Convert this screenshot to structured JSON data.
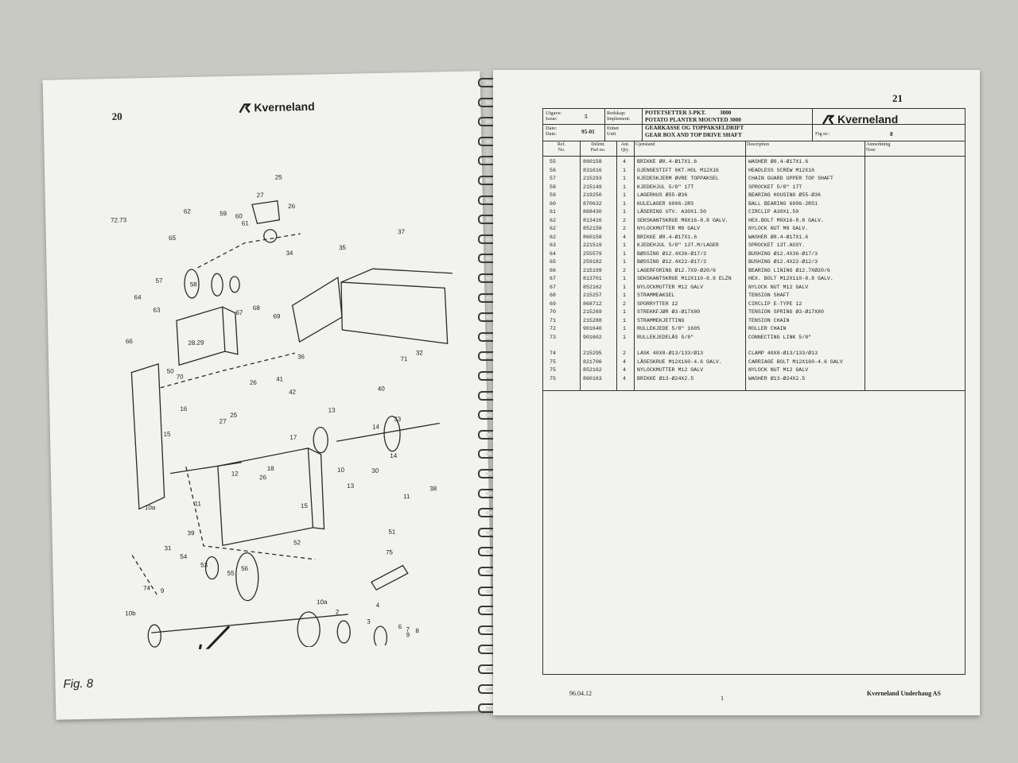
{
  "left_page": {
    "page_number": "20",
    "brand": "Kverneland",
    "figure_label": "Fig. 8",
    "callouts": [
      "25",
      "27",
      "26",
      "72.73",
      "62",
      "59",
      "60",
      "61",
      "65",
      "58",
      "37",
      "34",
      "35",
      "64",
      "63",
      "57",
      "67",
      "68",
      "69",
      "66",
      "50",
      "36",
      "28.29",
      "70",
      "32",
      "41",
      "42",
      "40",
      "26",
      "16",
      "25",
      "27",
      "13",
      "15",
      "14",
      "17",
      "18",
      "33",
      "26",
      "12",
      "30",
      "10",
      "14",
      "13",
      "11",
      "15",
      "11",
      "38",
      "39",
      "52",
      "31",
      "54",
      "53",
      "55",
      "56",
      "51",
      "75",
      "74",
      "9",
      "10b",
      "10a",
      "4",
      "2",
      "3",
      "6",
      "7",
      "8",
      "9",
      "10a",
      "71"
    ]
  },
  "right_page": {
    "page_number": "21",
    "brand": "Kverneland",
    "header": {
      "issue_label": "Utgave:\nIssue:",
      "issue_value": "5",
      "implement_label": "Redskap:\nImplement:",
      "implement_no": "POTETSETTER 3-PKT.",
      "implement_model": "3000",
      "implement_en": "POTATO PLANTER MOUNTED 3000",
      "date_label": "Dato:\nDate:",
      "date_value": "95-01",
      "unit_label": "Enhet\nUnit",
      "unit_no": "GEARKASSE OG TOPPAKSELDRIFT",
      "unit_en": "GEAR BOX AND TOP DRIVE SHAFT",
      "fig_label": "Fig nr.:",
      "fig_value": "8"
    },
    "columns": [
      "Ref.\nNo.",
      "Delenr.\nPart no.",
      "Ant.\nQty.",
      "Gjenstand",
      "Description",
      "Anmerkning\nNote"
    ],
    "rows": [
      [
        "55",
        "860158",
        "4",
        "BRIKKE Ø8.4-Ø17X1.6",
        "WASHER Ø8.4-Ø17X1.6"
      ],
      [
        "56",
        "831616",
        "1",
        "GJENGESTIFT 6KT.HOL M12X16",
        "HEADLESS SCREW M12X16"
      ],
      [
        "57",
        "215293",
        "1",
        "KJEDESKJERM ØVRE TOPPAKSEL",
        "CHAIN GUARD UPPER TOP SHAFT"
      ],
      [
        "58",
        "215149",
        "1",
        "KJEDEHJUL 5/8\" 17T",
        "SPROCKET 5/8\" 17T"
      ],
      [
        "59",
        "219250",
        "1",
        "LAGERHUS Ø55-Ø36",
        "BEARING HOUSING Ø55-Ø36"
      ],
      [
        "60",
        "870632",
        "1",
        "KULELAGER 6006-2RS",
        "BALL BEARING 6006-2RS1"
      ],
      [
        "61",
        "868430",
        "1",
        "LÅSERING UTV.  A30X1.50",
        "CIRCLIP A30X1.50"
      ],
      [
        "62",
        "813416",
        "2",
        "SEKSKANTSKRUE M8X16-8.8 GALV.",
        "HEX.BOLT M8X16-8.8 GALV."
      ],
      [
        "62",
        "852158",
        "2",
        "NYLOCKMUTTER M8 GALV",
        "NYLOCK NUT M8 GALV."
      ],
      [
        "62",
        "860158",
        "4",
        "BRIKKE Ø8.4-Ø17X1.6",
        "WASHER Ø8.4-Ø17X1.6"
      ],
      [
        "63",
        "221519",
        "1",
        "KJEDEHJUL 5/8\" 13T.M/LAGER",
        "SPROCKET 13T.ASSY."
      ],
      [
        "64",
        "255579",
        "1",
        "BØSSING Ø12.4X36-Ø17/3",
        "BUSHING Ø12.4X36-Ø17/3"
      ],
      [
        "65",
        "259182",
        "1",
        "BØSSING Ø12.4X22-Ø17/3",
        "BUSHING Ø12.4X22-Ø12/3"
      ],
      [
        "66",
        "215199",
        "2",
        "LAGERFORING Ø12.7X9-Ø20/6",
        "BEARING LINING Ø12.7XØ20/6"
      ],
      [
        "67",
        "813701",
        "1",
        "SEKSKANTSKRUE M12X110-8.8 ELZN",
        "HEX. BOLT M12X110-8.8 GALV."
      ],
      [
        "67",
        "852162",
        "1",
        "NYLOCKMUTTER M12 GALV",
        "NYLOCK NUT M12 GALV"
      ],
      [
        "68",
        "215257",
        "1",
        "STRAMMEAKSEL",
        "TENSION SHAFT"
      ],
      [
        "69",
        "868712",
        "2",
        "SPORRYTTER      12",
        "CIRCLIP E-TYPE 12"
      ],
      [
        "70",
        "215269",
        "1",
        "STREKKFJØR Ø3-Ø17X80",
        "TENSION SPRING Ø3-Ø17X80"
      ],
      [
        "71",
        "215288",
        "1",
        "STRAMMEKJETTING",
        "TENSION CHAIN"
      ],
      [
        "72",
        "901640",
        "1",
        "RULLEKJEDE 5/8\" 160S",
        "ROLLER CHAIN"
      ],
      [
        "73",
        "901602",
        "1",
        "RULLEKJEDELÅS 5/8\"",
        "CONNECTING LINK 5/8\""
      ],
      [
        "74",
        "215295",
        "2",
        "LASK 40X8-Ø13/133/Ø13",
        "CLAMP 40X8-Ø13/133/Ø13"
      ],
      [
        "75",
        "821706",
        "4",
        "LÅSESKRUE M12X160-4.6 GALV.",
        "CARRIAGE BOLT M12X160-4.6 GALV"
      ],
      [
        "75",
        "852162",
        "4",
        "NYLOCKMUTTER M12 GALV",
        "NYLOCK NUT M12 GALV"
      ],
      [
        "75",
        "860163",
        "4",
        "BRIKKE Ø13-Ø24X2.5",
        "WASHER Ø13-Ø24X2.5"
      ]
    ],
    "footer_date": "96.04.12",
    "footer_mark": "1",
    "footer_company": "Kverneland Underhaug AS"
  }
}
